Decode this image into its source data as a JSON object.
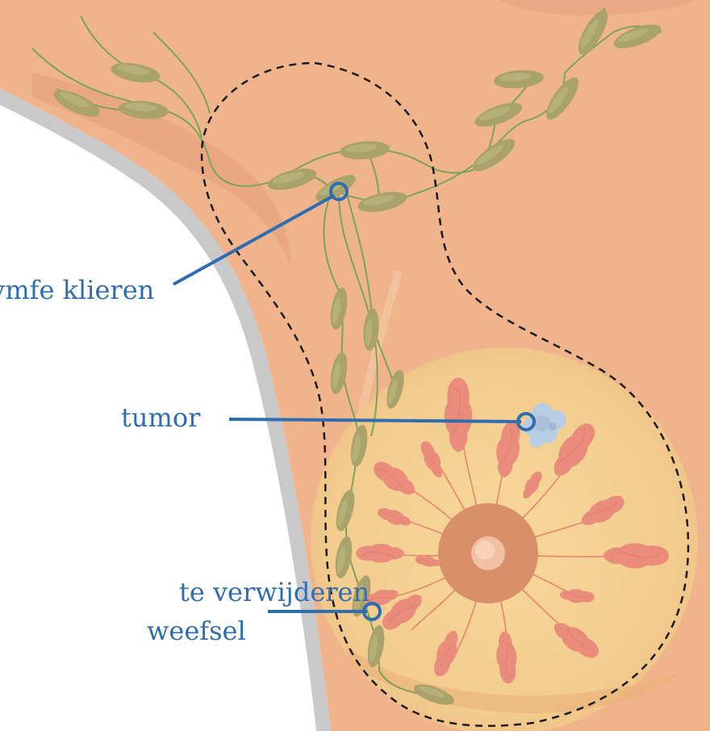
{
  "labels": {
    "lymph_nodes": "lymfe klieren",
    "tumor": "tumor",
    "tissue_line1": "te verwijderen",
    "tissue_line2": "weefsel"
  },
  "colors": {
    "skin": "#f0b48c",
    "shadow": "#e39f7a",
    "arm_edge": "#c8c8c8",
    "breast": "#f5d398",
    "areola": "#d9906a",
    "nipple": "#f2c0a2",
    "lobes": "#ea8c7c",
    "duct": "#e8836f",
    "node": "#a9a26a",
    "vessel": "#7da35a",
    "tumor": "#b8cde3",
    "callout": "#2e6db2",
    "dashed_outline": "#1a1a1a"
  }
}
